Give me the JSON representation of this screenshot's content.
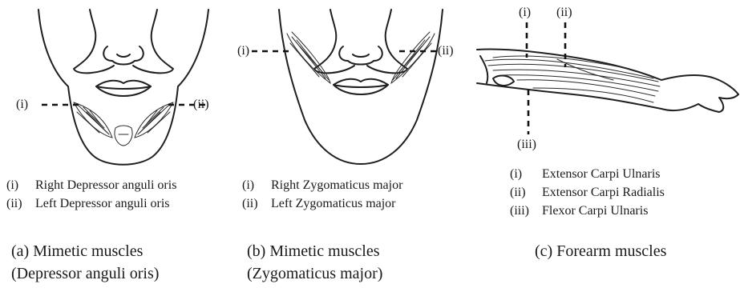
{
  "panels": [
    {
      "caption": [
        "(a) Mimetic muscles",
        "(Depressor anguli oris)"
      ],
      "markers": [
        "(i)",
        "(ii)"
      ],
      "legend": [
        {
          "num": "(i)",
          "text": "Right Depressor anguli oris"
        },
        {
          "num": "(ii)",
          "text": "Left Depressor anguli oris"
        }
      ]
    },
    {
      "caption": [
        "(b) Mimetic muscles",
        "(Zygomaticus major)"
      ],
      "markers": [
        "(i)",
        "(ii)"
      ],
      "legend": [
        {
          "num": "(i)",
          "text": "Right Zygomaticus major"
        },
        {
          "num": "(ii)",
          "text": "Left Zygomaticus major"
        }
      ]
    },
    {
      "caption": [
        "(c) Forearm muscles"
      ],
      "markers": [
        "(i)",
        "(ii)",
        "(iii)"
      ],
      "legend": [
        {
          "num": "(i)",
          "text": "Extensor Carpi Ulnaris"
        },
        {
          "num": "(ii)",
          "text": "Extensor Carpi Radialis"
        },
        {
          "num": "(iii)",
          "text": "Flexor Carpi Ulnaris"
        }
      ]
    }
  ]
}
